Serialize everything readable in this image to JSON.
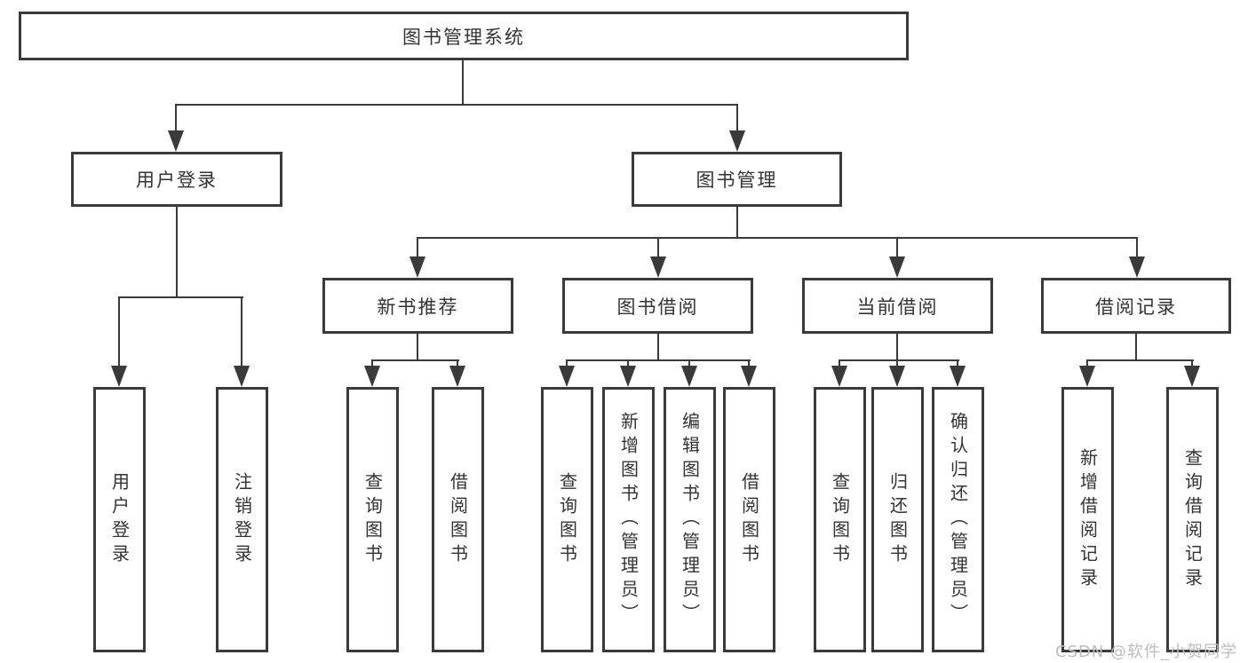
{
  "tree": {
    "root": {
      "label": "图书管理系统",
      "children": [
        {
          "label": "用户登录",
          "children": [
            {
              "label": "用户登录"
            },
            {
              "label": "注销登录"
            }
          ]
        },
        {
          "label": "图书管理",
          "children": [
            {
              "label": "新书推荐",
              "children": [
                {
                  "label": "查询图书"
                },
                {
                  "label": "借阅图书"
                }
              ]
            },
            {
              "label": "图书借阅",
              "children": [
                {
                  "label": "查询图书"
                },
                {
                  "label": "新增图书（管理员）"
                },
                {
                  "label": "编辑图书（管理员）"
                },
                {
                  "label": "借阅图书"
                }
              ]
            },
            {
              "label": "当前借阅",
              "children": [
                {
                  "label": "查询图书"
                },
                {
                  "label": "归还图书"
                },
                {
                  "label": "确认归还（管理员）"
                }
              ]
            },
            {
              "label": "借阅记录",
              "children": [
                {
                  "label": "新增借阅记录"
                },
                {
                  "label": "查询借阅记录"
                }
              ]
            }
          ]
        }
      ]
    }
  },
  "watermark": "CSDN @软件_小贺同学",
  "colors": {
    "line": "#3a3a3a",
    "text": "#333333",
    "background": "#ffffff",
    "watermark": "#bdbdbd"
  }
}
